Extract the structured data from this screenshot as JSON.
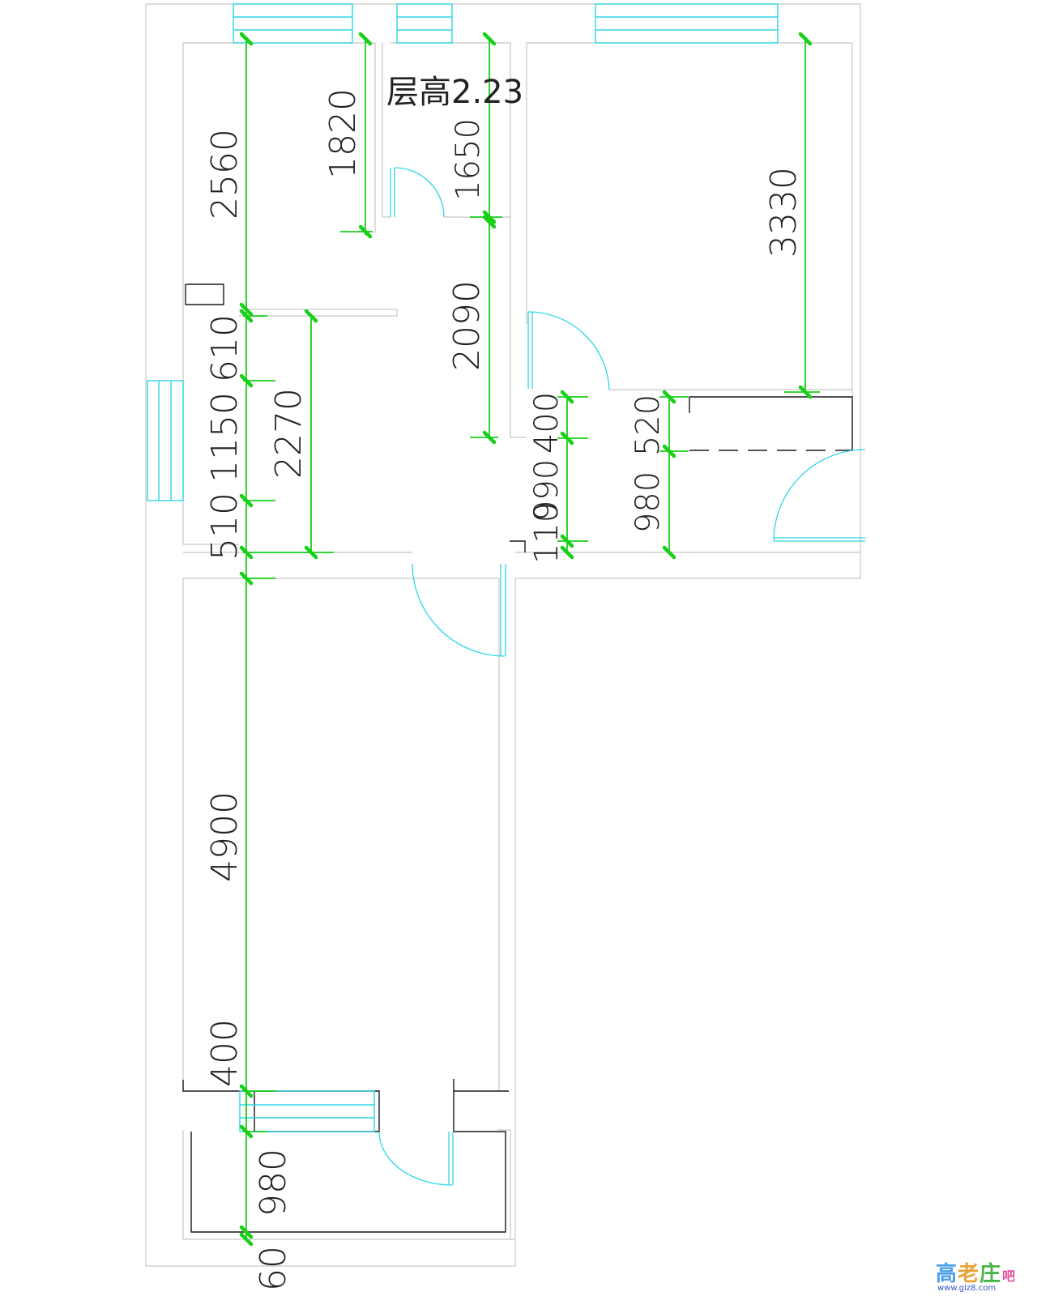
{
  "note": {
    "floor_height": "层高2.23"
  },
  "dimensions": {
    "d2560": "2560",
    "d1820": "1820",
    "d1650": "1650",
    "d3330": "3330",
    "d2090": "2090",
    "d610": "610",
    "d2270": "2270",
    "d1150": "1150",
    "d510": "510",
    "d400_mid": "400",
    "d520": "520",
    "d990": "990",
    "d110": "110",
    "d980_mid": "980",
    "d4900": "4900",
    "d400_low": "400",
    "d980_low": "980",
    "d60": "60"
  },
  "watermark": {
    "chars": [
      "高",
      "老",
      "庄",
      "吧"
    ],
    "url": "www.glz8.com"
  },
  "colors": {
    "dimension_line": "#19d019",
    "window_door": "#2fd6e6",
    "wall": "#c8c8c8"
  }
}
